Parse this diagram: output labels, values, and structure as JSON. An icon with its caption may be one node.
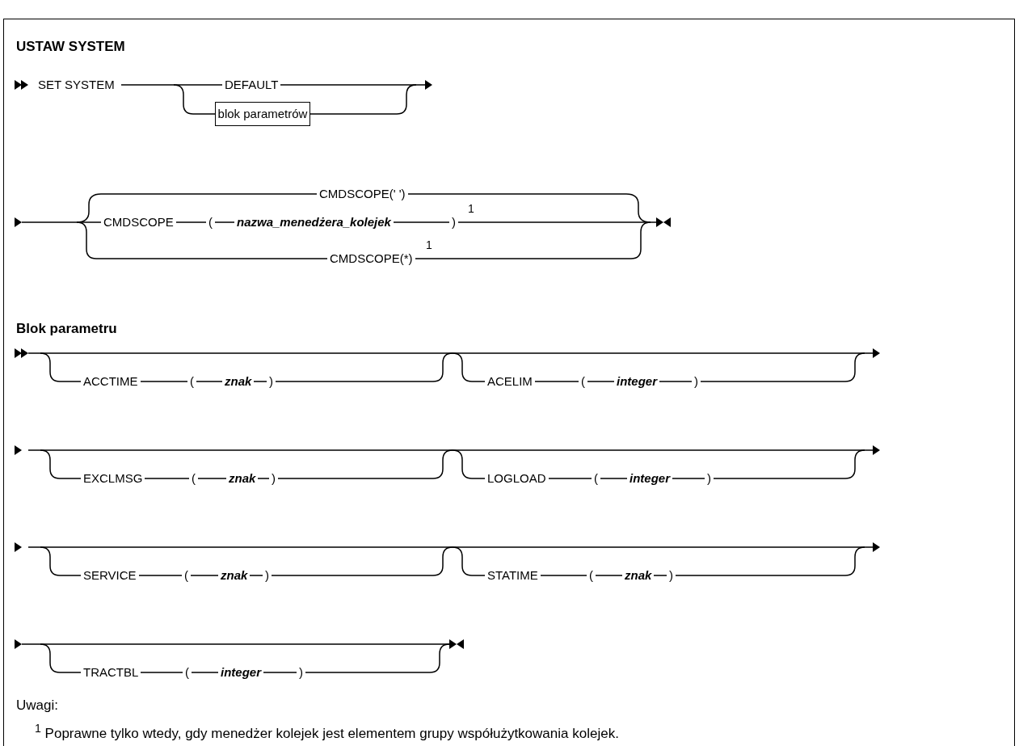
{
  "diagram": {
    "title": "USTAW SYSTEM",
    "nodes": [
      {
        "text": [
          "blok parametrów"
        ]
      }
    ],
    "labels": [
      "SET SYSTEM",
      "DEFAULT",
      "CMDSCOPE(' ')",
      "CMDSCOPE",
      "(",
      "nazwa_menedżera_kolejek",
      ")",
      "1",
      "CMDSCOPE(*)",
      "1",
      "Blok parametru",
      "ACCTIME",
      "(",
      "znak",
      ")",
      "ACELIM",
      "(",
      "integer",
      ")",
      "EXCLMSG",
      "(",
      "znak",
      ")",
      "LOGLOAD",
      "(",
      "integer",
      ")",
      "SERVICE",
      "(",
      "znak",
      ")",
      "STATIME",
      "(",
      "znak",
      ")",
      "TRACTBL",
      "(",
      "integer",
      ")",
      "Uwagi:",
      "$^{1}$ Poprawne tylko wtedy, gdy menedżer kolejek jest elementem grupy współużytkowania kolejek."
    ]
  }
}
